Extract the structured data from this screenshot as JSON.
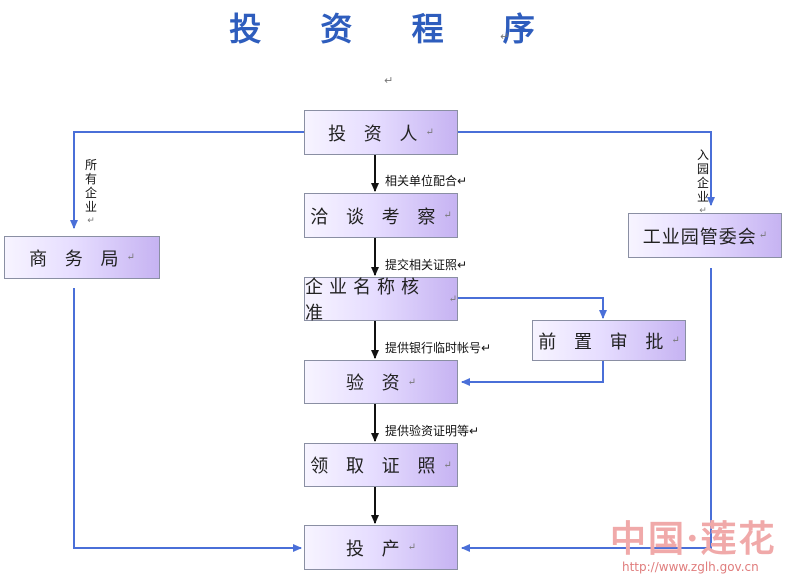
{
  "title": "投 资 程 序",
  "para_mark": "↵",
  "nodes": {
    "investor": "投 资 人",
    "negotiation": "洽 谈 考 察",
    "name_approval": "企业名称核准",
    "capital_verification": "验 资",
    "license": "领 取 证 照",
    "production": "投 产",
    "commerce_bureau": "商 务 局",
    "park_committee": "工业园管委会",
    "pre_approval": "前 置 审 批"
  },
  "edge_labels": {
    "related_units": "相关单位配合",
    "submit_certificates": "提交相关证照",
    "bank_account": "提供银行临时帐号",
    "verification_proof": "提供验资证明等",
    "all_enterprises": [
      "所",
      "有",
      "企",
      "业"
    ],
    "park_enterprises": [
      "入",
      "园",
      "企",
      "业"
    ]
  },
  "watermark": {
    "text": "中国·莲花",
    "url": "http://www.zglh.gov.cn"
  },
  "colors": {
    "title": "#2e5dbd",
    "connector_blue": "#4a6fd8",
    "connector_black": "#111111",
    "node_gradient_end": "#c6b3f2"
  }
}
